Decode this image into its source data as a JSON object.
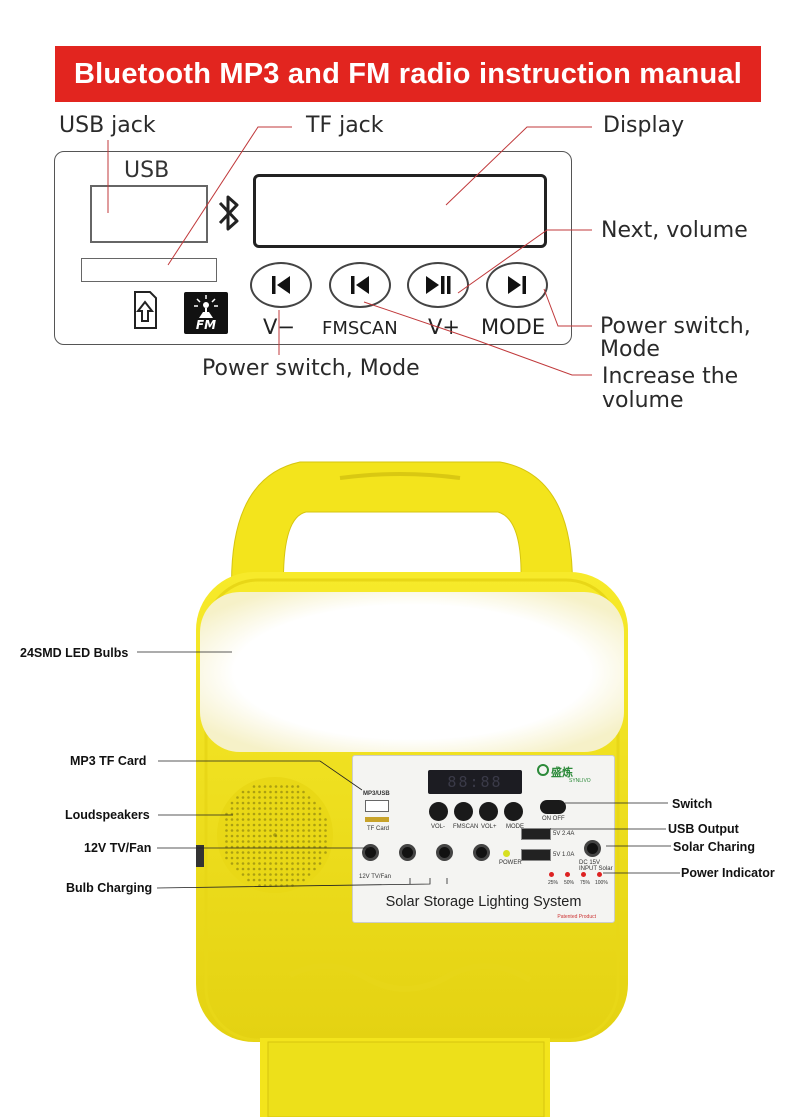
{
  "banner": {
    "title": "Bluetooth MP3 and FM radio instruction manual"
  },
  "diagram": {
    "callouts": {
      "usb_jack": "USB jack",
      "tf_jack": "TF jack",
      "display": "Display",
      "next_volume": "Next, volume",
      "power_switch_mode_right_1": "Power switch,",
      "power_switch_mode_right_2": "Mode",
      "increase_volume_1": "Increase the",
      "increase_volume_2": "volume",
      "power_switch_mode_bottom": "Power switch, Mode"
    },
    "panel": {
      "usb_label": "USB",
      "buttons": [
        {
          "label": "V−",
          "icon": "prev-icon"
        },
        {
          "label": "FMSCAN",
          "icon": "prev-icon"
        },
        {
          "label": "V+",
          "icon": "play-pause-icon"
        },
        {
          "label": "MODE",
          "icon": "next-icon"
        }
      ],
      "fm_icon_text": "FM"
    }
  },
  "product": {
    "labels": {
      "led_bulbs": "24SMD LED Bulbs",
      "mp3_tf_card": "MP3 TF Card",
      "loudspeakers": "Loudspeakers",
      "tv_fan": "12V TV/Fan",
      "bulb_charging": "Bulb Charging",
      "switch": "Switch",
      "usb_output": "USB Output",
      "solar_charing": "Solar Charing",
      "power_indicator": "Power Indicator"
    },
    "faceplate": {
      "title": "Solar Storage Lighting System",
      "mp3_usb": "MP3/USB",
      "tf_card": "TF Card",
      "lcd": "88:88",
      "brand": "盛炼",
      "brand_sub": "SYNLIVO",
      "buttons": [
        "VOL-",
        "FMSCAN",
        "VOL+",
        "MODE"
      ],
      "switch_text": "ON OFF",
      "usb1": "5V 2.4A",
      "usb2": "5V 1.0A",
      "power": "POWER",
      "tv_fan_small": "12V TV/Fan",
      "dc_input": "DC 15V INPUT Solar",
      "levels": [
        "25%",
        "50%",
        "75%",
        "100%"
      ],
      "patented": "Patented Product"
    },
    "colors": {
      "housing": "#f3e51a",
      "housing_shadow": "#d8c70e",
      "banner_red": "#e2251f"
    }
  }
}
